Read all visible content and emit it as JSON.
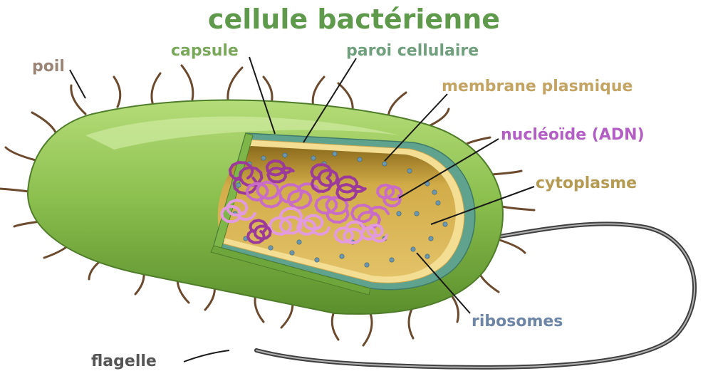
{
  "title": "cellule bactérienne",
  "labels": {
    "poil": "poil",
    "capsule": "capsule",
    "paroi": "paroi cellulaire",
    "membrane": "membrane plasmique",
    "nucleoide": "nucléoïde (ADN)",
    "cytoplasme": "cytoplasme",
    "ribosomes": "ribosomes",
    "flagelle": "flagelle"
  },
  "colors": {
    "title": "#5f9a4c",
    "capsule_label": "#79a85a",
    "paroi_label": "#6f9f7d",
    "membrane_label": "#c4a463",
    "nucleoide_label": "#b25ec4",
    "cytoplasme_label": "#b59a52",
    "ribosomes_label": "#6d86a6",
    "poil_label": "#9b8577",
    "flagelle_label": "#555555",
    "capsule_fill": "#8cc04f",
    "capsule_dark": "#5f9530",
    "cytoplasm": "#d6b04a",
    "dna": "#c86cc8",
    "ribosome": "#6b97b0",
    "hair": "#6b4a2e"
  }
}
